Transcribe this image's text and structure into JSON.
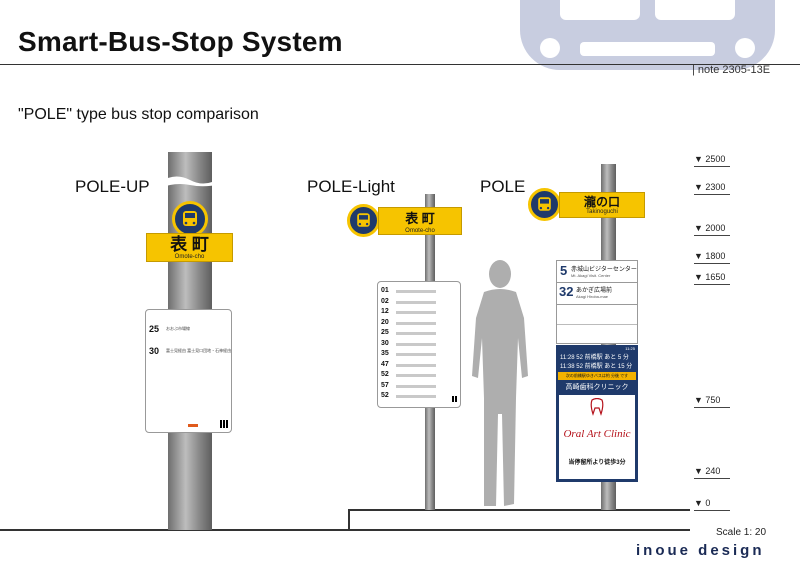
{
  "header": {
    "title": "Smart-Bus-Stop System",
    "note": "| note 2305-13E",
    "subtitle": "\"POLE\" type bus stop comparison"
  },
  "types": {
    "pole_up": {
      "label": "POLE-UP",
      "sign_jp": "表 町",
      "sign_en": "Omote-cho",
      "routes": [
        {
          "num": "25",
          "text": "おおぶ市場線"
        },
        {
          "num": "30",
          "text": "富士見経由 富士見口団地・石神経由"
        }
      ]
    },
    "pole_light": {
      "label": "POLE-Light",
      "sign_jp": "表 町",
      "sign_en": "Omote-cho",
      "routes": [
        "01",
        "02",
        "12",
        "20",
        "25",
        "30",
        "35",
        "47",
        "52",
        "57",
        "52"
      ]
    },
    "pole": {
      "label": "POLE",
      "sign_jp": "瀧の口",
      "sign_en": "Takinoguchi",
      "dest1_num": "5",
      "dest1_jp": "赤城山ビジターセンター",
      "dest1_en": "Mt. Akagi Visit. Center",
      "dest2_num": "32",
      "dest2_jp": "あかぎ広場前",
      "dest2_en": "Akagi Hiroba-mae",
      "time_header": "11:25",
      "arrival1": "11:28  52  前橋駅  あと 5 分",
      "arrival2": "11:38  52  前橋駅  あと 15 分",
      "notice": "次の前橋駅ゆきバスは約 分後 です",
      "ad_title": "高崎歯科クリニック",
      "ad_brand": "Oral Art Clinic",
      "ad_footer": "当停留所より徒歩3分"
    }
  },
  "scale_marks": [
    "▼ 2500",
    "▼ 2300",
    "▼ 2000",
    "▼ 1800",
    "▼ 1650",
    "▼ 750",
    "▼ 240",
    "▼ 0"
  ],
  "footer": {
    "scale": "Scale 1: 20",
    "brand": "inoue design"
  },
  "colors": {
    "sign_yellow": "#f6c400",
    "navy": "#1f3a6b",
    "watermark": "#c8cde0"
  }
}
